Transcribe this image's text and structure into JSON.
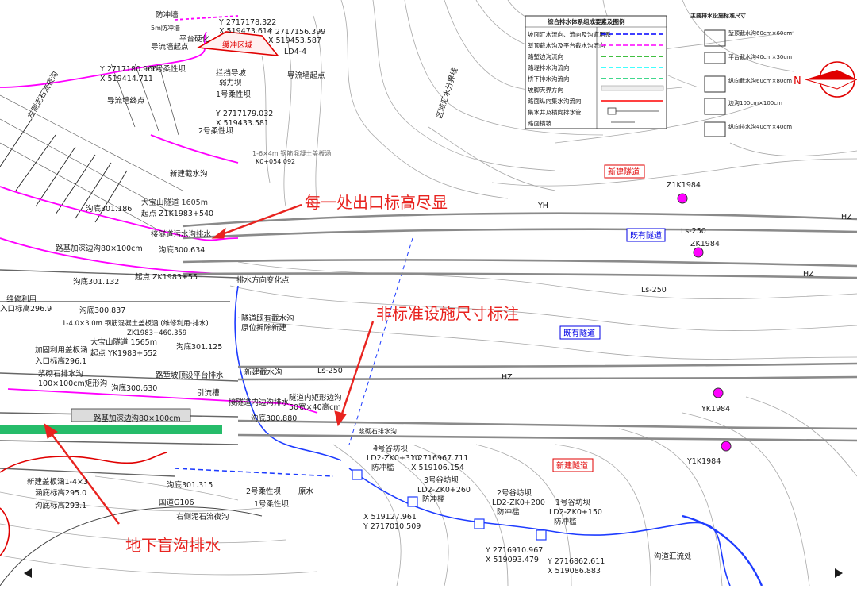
{
  "annotations": {
    "exit_elevation": "每一处出口标高尽显",
    "non_standard_dims": "非标准设施尺寸标注",
    "underground_drain": "地下盲沟排水"
  },
  "legend": {
    "title": "综合排水体系组成要素及图例",
    "items": [
      {
        "label": "坡面汇水流向、流向及沟道用系",
        "color": "#0000ff"
      },
      {
        "label": "堑顶截水沟及平台截水沟流向",
        "color": "#ff00ff"
      },
      {
        "label": "路堑边沟流向",
        "color": "#00aa00"
      },
      {
        "label": "路堤排水沟流向",
        "color": "#00ffff"
      },
      {
        "label": "桥下排水沟流向",
        "color": "#00cc66"
      },
      {
        "label": "坡脚天界方向",
        "color": "#999999"
      },
      {
        "label": "路面纵向集水沟流向",
        "color": "#ff0000"
      },
      {
        "label": "集水井及横向排水管",
        "color": "#333333"
      },
      {
        "label": "路面横坡",
        "color": "#333333"
      }
    ]
  },
  "standard_sizes": {
    "title": "主要排水设施标准尺寸",
    "items": [
      "堑顶截水沟60cm×60cm",
      "平台截水沟40cm×30cm",
      "纵向截水沟60cm×80cm",
      "边沟100cm×100cm",
      "纵向排水沟40cm×40cm"
    ]
  },
  "labels": {
    "flood_wall": "防冲墙",
    "flood_wall_2": "5m防冲墙",
    "guide_wall_start": "导流墙起点",
    "guide_wall_start_2": "导流墙起点",
    "guide_wall_end": "导流墙终点",
    "platform_harden": "平台硬化",
    "buffer_zone": "缓冲区域",
    "ld4": "LD4-4",
    "coord_y1": "Y 2717178.322",
    "coord_x1": "X 519473.614",
    "coord_y2": "Y 2717156.399",
    "coord_x2": "X 519453.587",
    "coord_y3": "Y 2717180.966",
    "coord_x3": "X 519414.711",
    "coord_y4": "Y 2717179.032",
    "coord_x4": "X 519433.581",
    "dam1": "1号柔性坝",
    "dam1_b": "1号柔性坝",
    "dam2": "2号柔性坝",
    "left_ravine": "左侧泥石流夜沟",
    "retaining": "拦挡导坡",
    "retaining_2": "弱力坝",
    "new_ditch": "新建截水沟",
    "new_ditch_2": "新建截水沟",
    "culvert": "1-6×4m 钢筋混凝土盖板涵",
    "culvert_k": "K0+054.092",
    "tunnel_new": "新建隧道",
    "tunnel_new_2": "新建隧道",
    "tunnel_old": "既有隧道",
    "tunnel_old_2": "既有隧道",
    "ditch_bottom_1": "沟底301.186",
    "ditch_bottom_2": "沟底300.634",
    "ditch_bottom_3": "沟底301.132",
    "ditch_bottom_4": "沟底300.837",
    "ditch_bottom_5": "沟底301.125",
    "ditch_bottom_6": "沟底300.630",
    "ditch_bottom_7": "沟底300.880",
    "ditch_bottom_8": "沟底301.315",
    "tunnel_dabaoshan": "大宝山隧道 1605m",
    "tunnel_start": "起点 Z1K1983+540",
    "tunnel_start_2": "起点 ZK1983+55",
    "tunnel_yk": "大宝山隧道 1565m",
    "tunnel_yk_start": "起点 YK1983+552",
    "connect_ditch": "接隧道污水沟排水",
    "connect_ditch_2": "接隧道内边沟排水",
    "roadbed_ditch": "路基加深边沟80×100cm",
    "roadbed_ditch_2": "路基加深边沟80×100cm",
    "drain_change": "排水方向变化点",
    "tunnel_existing_ditch": "隧道既有截水沟",
    "demolish": "原位拆除新建",
    "culvert_2": "1-4.0×3.0m 钢筋混凝土盖板涵 (维修利用·排水)",
    "culvert_2k": "ZK1983+460.359",
    "reinforce_culvert": "加固利用盖板涵",
    "entrance_elev": "入口标高296.1",
    "entrance_elev_2": "入口标高296.9",
    "reuse": "维修利用",
    "platform_ditch": "路堑坡顶设平台排水",
    "diversion": "引流槽",
    "tunnel_rect_ditch": "隧道内矩形边沟",
    "tunnel_rect_dims": "50宽×40高cm",
    "gully_start": "浆砌石排水沟",
    "gully_dims": "100×100cm矩形沟",
    "new_culvert": "新建盖板涵1-4×3",
    "culvert_inlet": "涵底标高295.0",
    "culvert_outlet": "沟底标高293.1",
    "national_road": "国道G106",
    "right_ravine": "右侧泥石流夜沟",
    "dam2_b": "2号柔性坝",
    "dam1_c": "1号柔性坝",
    "water": "原水",
    "dam4": "4号谷坊坝",
    "dam4_k": "LD2-ZK0+310",
    "dam4_w": "防冲槛",
    "dam3": "3号谷坊坝",
    "dam3_k": "LD2-ZK0+260",
    "dam3_w": "防冲槛",
    "dam2g": "2号谷坊坝",
    "dam2g_k": "LD2-ZK0+200",
    "dam2g_w": "防冲槛",
    "dam1g": "1号谷坊坝",
    "dam1g_k": "LD2-ZK0+150",
    "dam1g_w": "防冲槛",
    "dam4_y": "Y 2716967.711",
    "dam4_x": "X 519106.154",
    "dam4_y2": "X 519127.961",
    "dam4_x2": "Y 2717010.509",
    "dam2_y": "Y 2716910.967",
    "dam2_x": "X 519093.479",
    "dam1_y": "Y 2716862.611",
    "dam1_x": "X 519086.883",
    "converge": "沟道汇流处",
    "ridge_line": "区域汇水分界线",
    "hz": "HZ",
    "yh": "YH",
    "ls": "Ls-250",
    "ls_2": "Ls-250",
    "ls_3": "Ls-250",
    "z1k": "Z1K1984",
    "zk": "ZK1984",
    "yk": "YK1984",
    "y1k": "Y1K1984",
    "north": "N"
  },
  "colors": {
    "callout": "#e8231f",
    "drainage_blue": "#1e3cff",
    "magenta": "#ff00ff",
    "road_gray": "#808080",
    "contour": "#9a9a9a",
    "label_blue": "#0000e6",
    "red_label": "#e00000"
  }
}
